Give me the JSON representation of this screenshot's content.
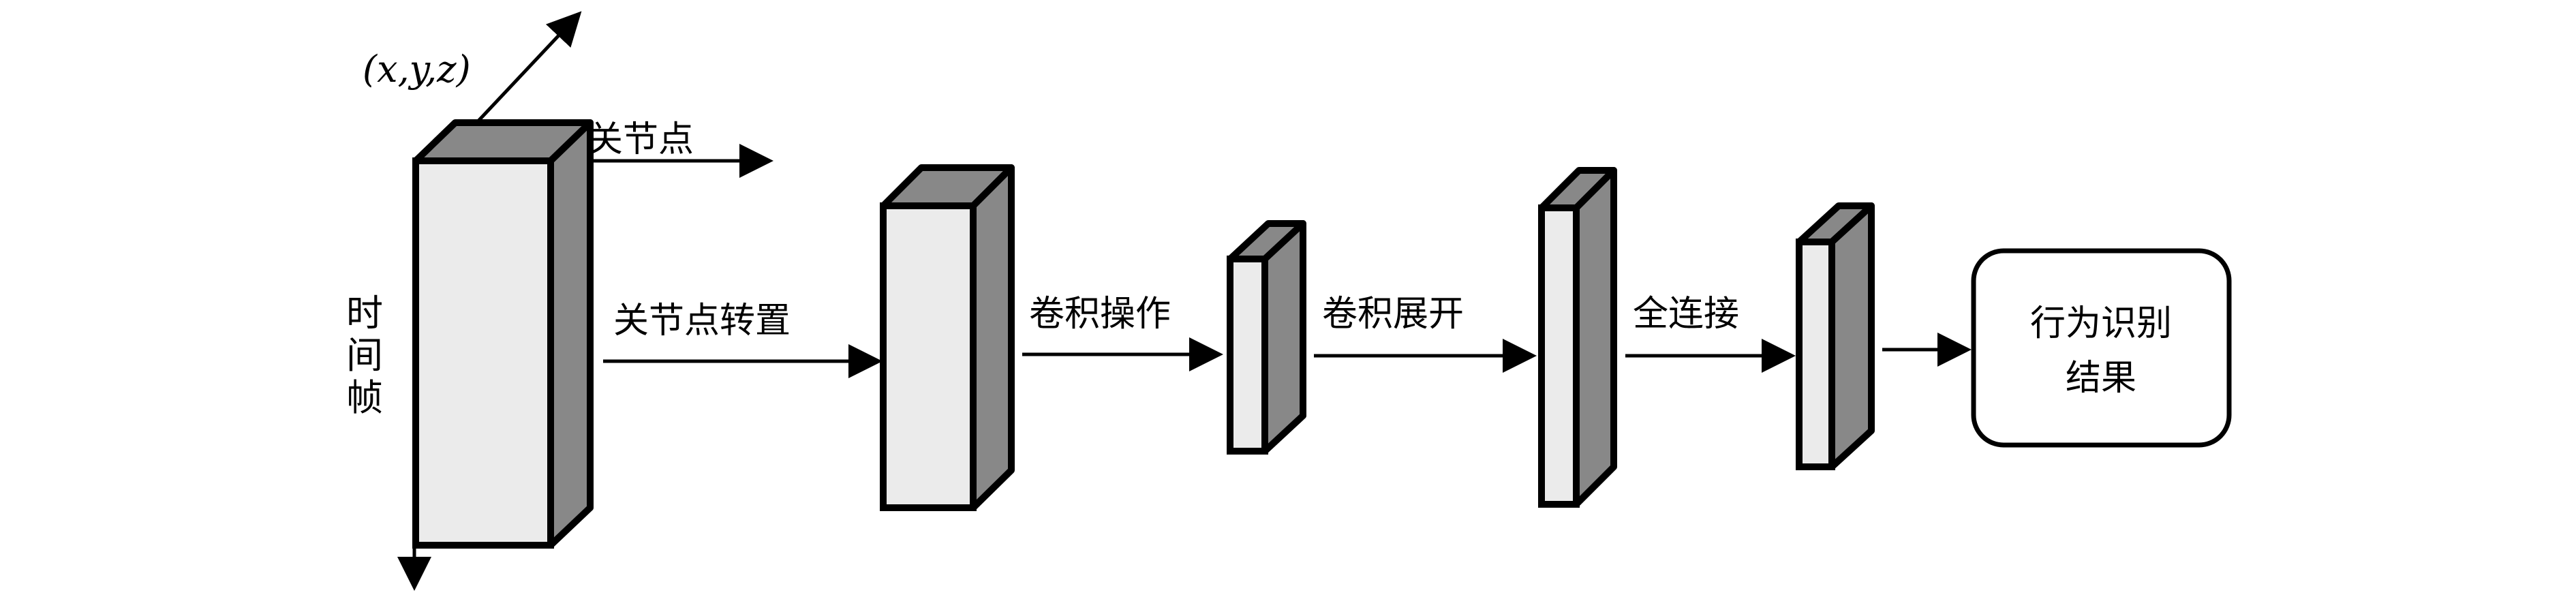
{
  "axes_labels": {
    "coordinate": "(x,y,z)",
    "joint": "关节点",
    "time_line1": "时",
    "time_line2": "间",
    "time_line3": "帧"
  },
  "steps": [
    {
      "label": "关节点转置"
    },
    {
      "label": "卷积操作"
    },
    {
      "label": "卷积展开"
    },
    {
      "label": "全连接"
    }
  ],
  "result": {
    "line1": "行为识别",
    "line2": "结果"
  },
  "colors": {
    "front_face": "#ebebeb",
    "side_face": "#888888",
    "stroke": "#000000"
  }
}
